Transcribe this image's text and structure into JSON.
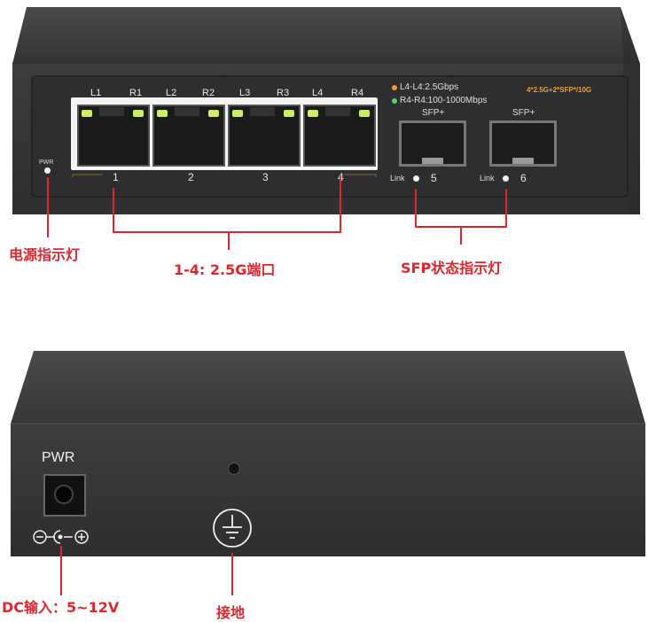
{
  "front": {
    "port_top_labels": [
      "L1",
      "R1",
      "L2",
      "R2",
      "L3",
      "R3",
      "L4",
      "R4"
    ],
    "port_numbers": [
      "1",
      "2",
      "3",
      "4"
    ],
    "legend": [
      {
        "text": "L4-L4:2.5Gbps",
        "color": "#f0a020"
      },
      {
        "text": "R4-R4:100-1000Mbps",
        "color": "#4cd964"
      }
    ],
    "model": "4*2.5G+2*SFP*/10G",
    "model_color": "#f0a020",
    "pwr_label": "PWR",
    "sfp_label": "SFP+",
    "sfp_ports": [
      {
        "link": "Link",
        "number": "5"
      },
      {
        "link": "Link",
        "number": "6"
      }
    ],
    "annotations": {
      "power_led": "电源指示灯",
      "ports_1_4": "1-4: 2.5G端口",
      "sfp_status": "SFP状态指示灯"
    }
  },
  "rear": {
    "pwr_label": "PWR",
    "annotations": {
      "dc_input": "DC输入：5~12V",
      "ground": "接地"
    }
  },
  "colors": {
    "annotation_red": "#e0262c",
    "chassis": "#3a3a3c",
    "led_green": "#c8f060"
  }
}
